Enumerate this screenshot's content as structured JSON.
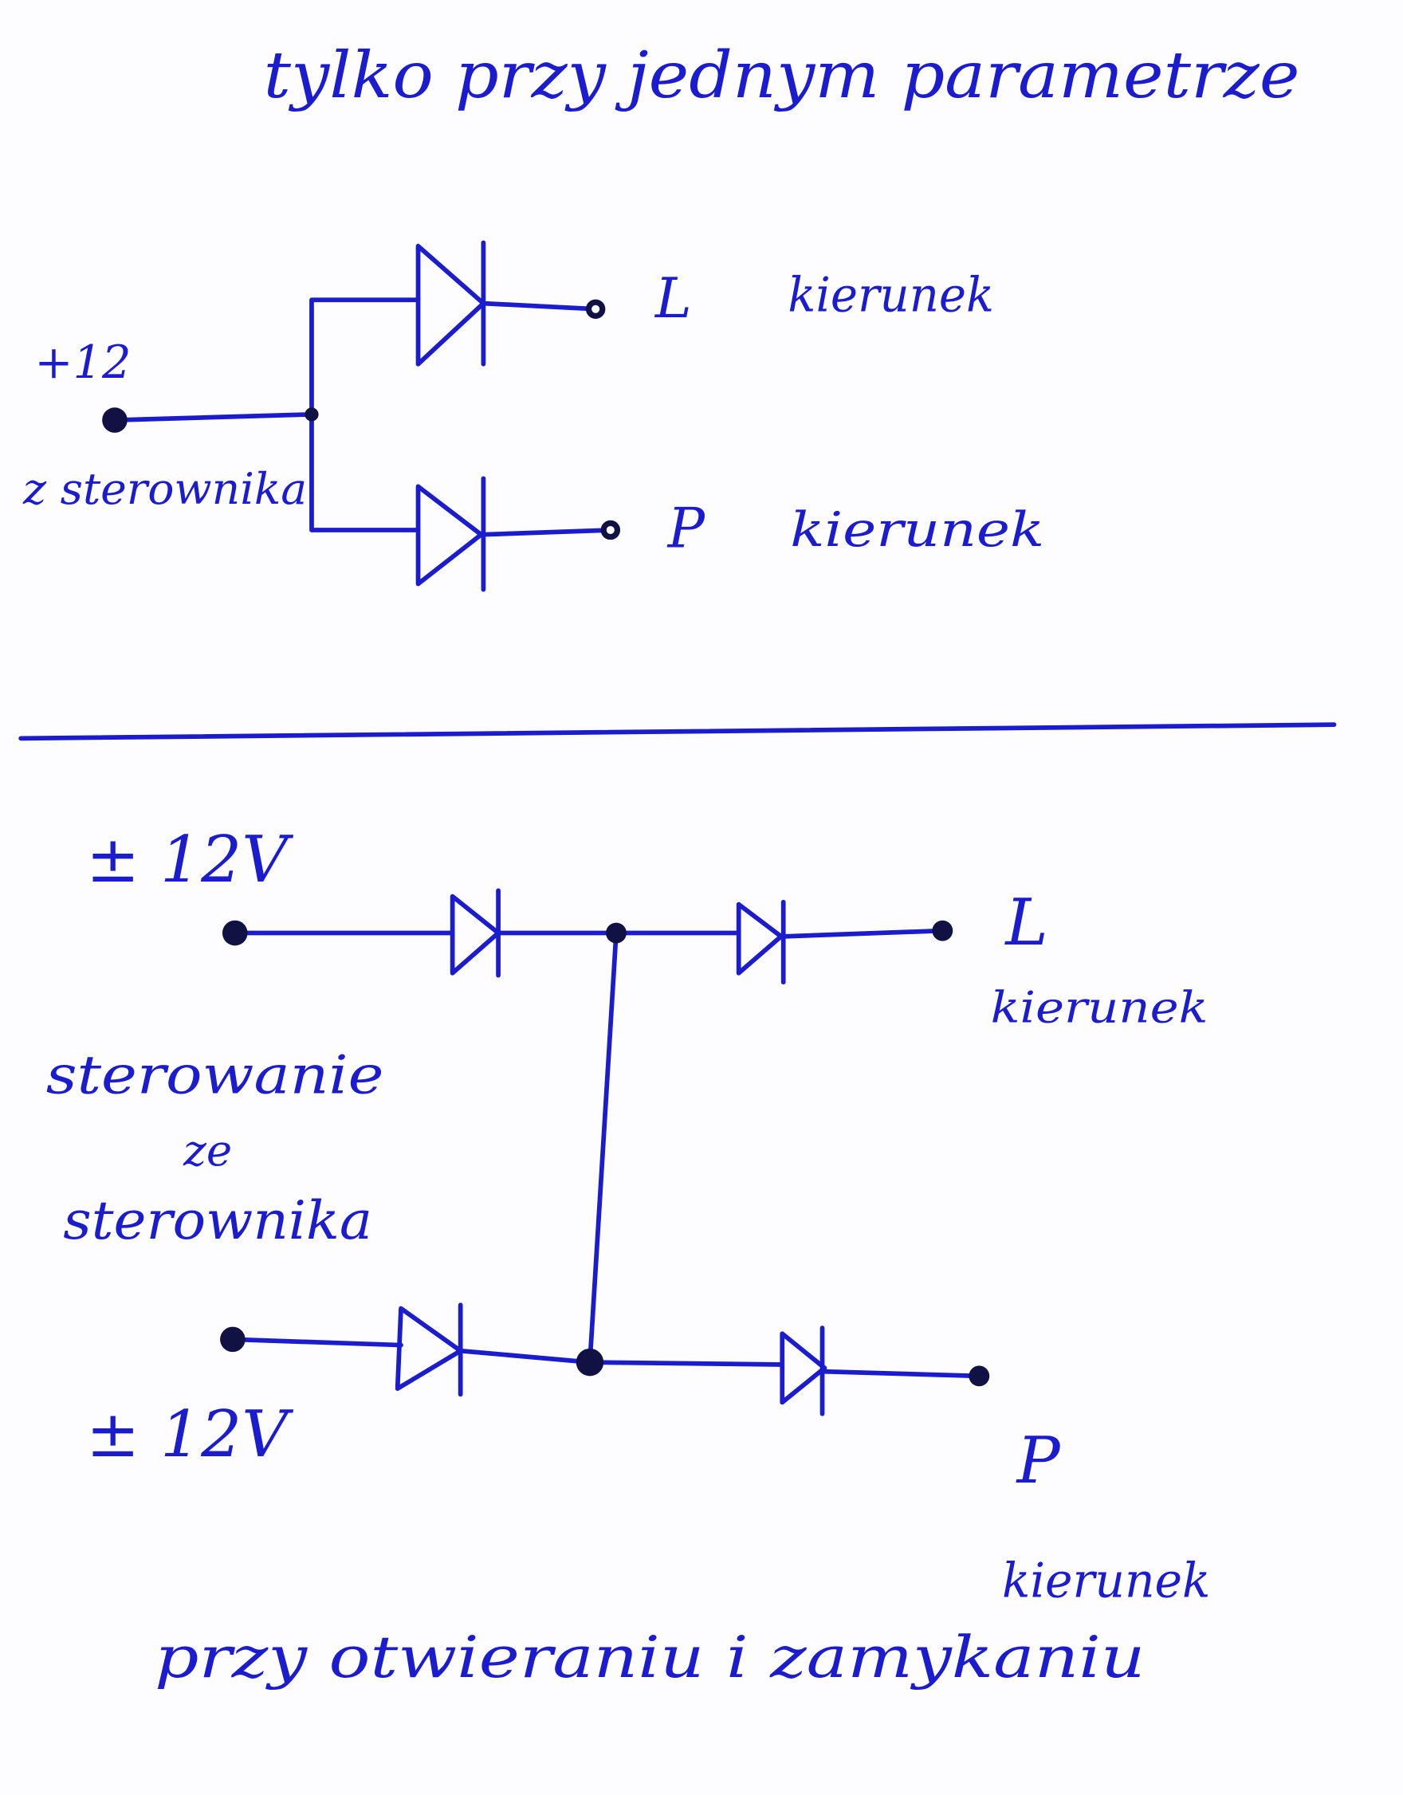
{
  "title": "tylko przy jednym parametrze",
  "top_circuit": {
    "supply_label": "+12",
    "source_label": "z sterownika",
    "output_left": "L",
    "output_left_caption": "kierunek",
    "output_right": "P",
    "output_right_caption": "kierunek"
  },
  "bottom_circuit": {
    "supply_top_label": "± 12V",
    "supply_bottom_label": "± 12V",
    "control_label_1": "sterowanie",
    "control_label_2": "ze",
    "control_label_3": "sterownika",
    "output_left": "L",
    "output_left_caption": "kierunek",
    "output_right": "P",
    "output_right_caption": "kierunek"
  },
  "footer": "przy otwieraniu i zamykaniu",
  "colors": {
    "ink": "#1c1ccf",
    "paper": "#fdfdff"
  }
}
